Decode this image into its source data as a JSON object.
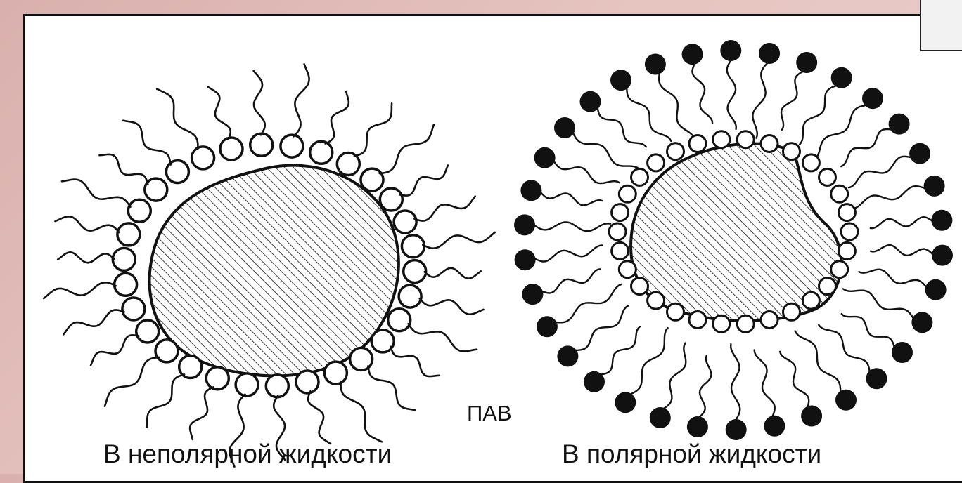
{
  "labels": {
    "surfactant": "ПАВ",
    "caption_left": "В неполярной жидкости",
    "caption_right": "В полярной жидкости"
  },
  "micelles": [
    {
      "id": "nonpolar",
      "head_style": "open",
      "tail_direction": "outward"
    },
    {
      "id": "polar",
      "head_style": "filled",
      "tail_direction": "inward"
    }
  ],
  "colors": {
    "background": "#e6c4c0",
    "line": "#111111",
    "paper": "#ffffff"
  }
}
